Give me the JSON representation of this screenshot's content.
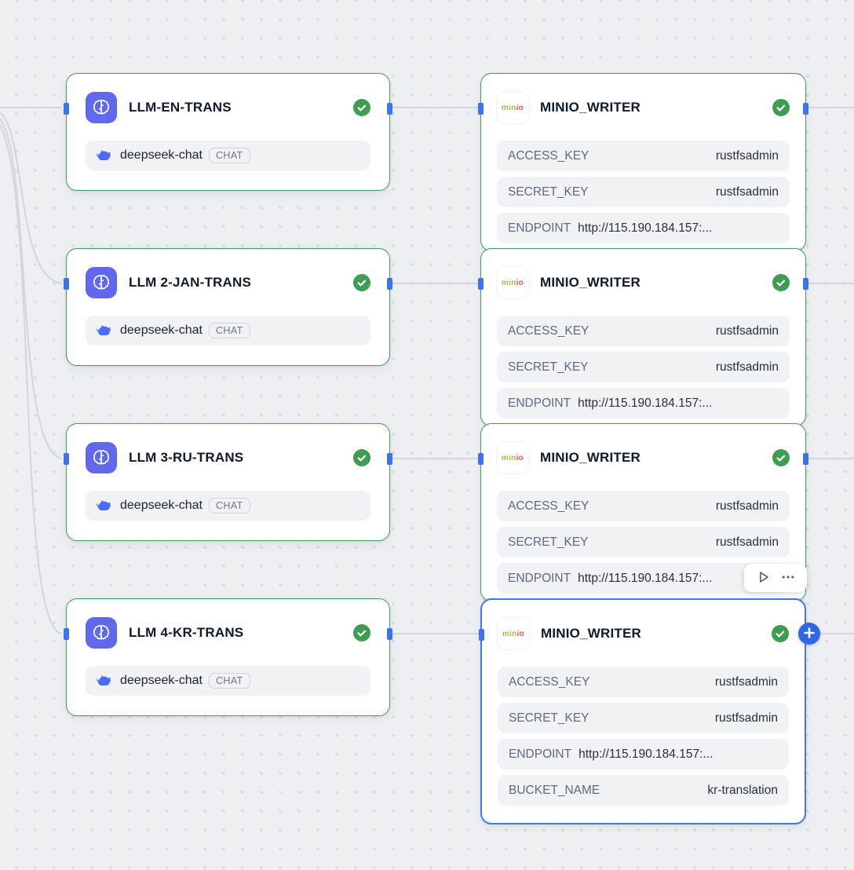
{
  "llm_nodes": [
    {
      "title": "LLM-EN-TRANS",
      "model": "deepseek-chat",
      "model_type": "CHAT",
      "status": "success"
    },
    {
      "title": "LLM 2-JAN-TRANS",
      "model": "deepseek-chat",
      "model_type": "CHAT",
      "status": "success"
    },
    {
      "title": "LLM 3-RU-TRANS",
      "model": "deepseek-chat",
      "model_type": "CHAT",
      "status": "success"
    },
    {
      "title": "LLM 4-KR-TRANS",
      "model": "deepseek-chat",
      "model_type": "CHAT",
      "status": "success"
    }
  ],
  "minio_nodes": [
    {
      "title": "MINIO_WRITER",
      "status": "success",
      "selected": false,
      "fields": [
        {
          "label": "ACCESS_KEY",
          "value": "rustfsadmin"
        },
        {
          "label": "SECRET_KEY",
          "value": "rustfsadmin"
        },
        {
          "label": "ENDPOINT",
          "value": "http://115.190.184.157:..."
        }
      ]
    },
    {
      "title": "MINIO_WRITER",
      "status": "success",
      "selected": false,
      "fields": [
        {
          "label": "ACCESS_KEY",
          "value": "rustfsadmin"
        },
        {
          "label": "SECRET_KEY",
          "value": "rustfsadmin"
        },
        {
          "label": "ENDPOINT",
          "value": "http://115.190.184.157:..."
        }
      ]
    },
    {
      "title": "MINIO_WRITER",
      "status": "success",
      "selected": false,
      "fields": [
        {
          "label": "ACCESS_KEY",
          "value": "rustfsadmin"
        },
        {
          "label": "SECRET_KEY",
          "value": "rustfsadmin"
        },
        {
          "label": "ENDPOINT",
          "value": "http://115.190.184.157:..."
        }
      ]
    },
    {
      "title": "MINIO_WRITER",
      "status": "success",
      "selected": true,
      "fields": [
        {
          "label": "ACCESS_KEY",
          "value": "rustfsadmin"
        },
        {
          "label": "SECRET_KEY",
          "value": "rustfsadmin"
        },
        {
          "label": "ENDPOINT",
          "value": "http://115.190.184.157:..."
        },
        {
          "label": "BUCKET_NAME",
          "value": "kr-translation"
        }
      ]
    }
  ],
  "minio_logo": {
    "part1": "min",
    "part2": "io"
  },
  "toolbar": {
    "buttons": [
      {
        "icon": "play-icon"
      },
      {
        "icon": "more-icon"
      }
    ]
  },
  "colors": {
    "node_border_green": "#3f9f55",
    "selected_border_blue": "#4077f5",
    "port_blue": "#3a74f0",
    "status_check_green": "#3d9e52",
    "llm_icon_bg": "#6168ee",
    "deepseek_blue": "#4c6bfc",
    "edge_gray": "#d2d6dc",
    "minio_logo_green": "#a9b84b",
    "minio_logo_red": "#e0556a",
    "add_button_blue": "#2e66e5"
  }
}
